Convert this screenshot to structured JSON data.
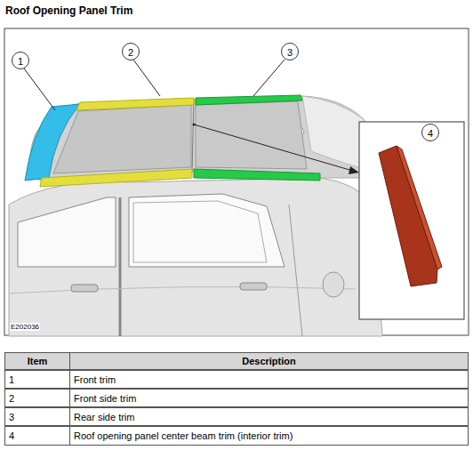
{
  "diagram": {
    "title": "Roof Opening Panel Trim",
    "labels": [
      "1",
      "2",
      "3",
      "4",
      "E202036",
      "Item",
      "Description",
      "1",
      "Front trim",
      "2",
      "Front side trim",
      "3",
      "Rear side trim",
      "4",
      "Roof opening panel center beam trim (interior trim)"
    ]
  }
}
